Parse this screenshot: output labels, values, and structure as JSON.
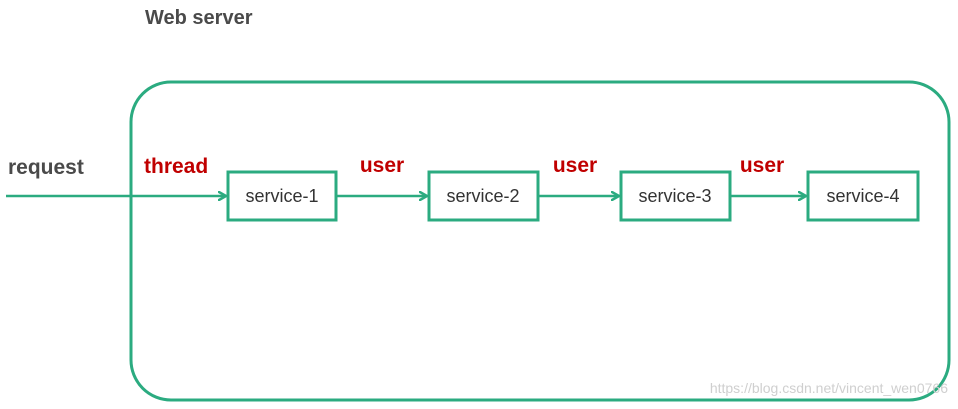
{
  "title": "Web server",
  "request_label": "request",
  "thread_label": "thread",
  "edge_labels": [
    "user",
    "user",
    "user"
  ],
  "services": [
    "service-1",
    "service-2",
    "service-3",
    "service-4"
  ],
  "watermark": "https://blog.csdn.net/vincent_wen0766",
  "colors": {
    "accent": "#2bab80",
    "label_red": "#c00000",
    "text": "#4a4a4a"
  }
}
